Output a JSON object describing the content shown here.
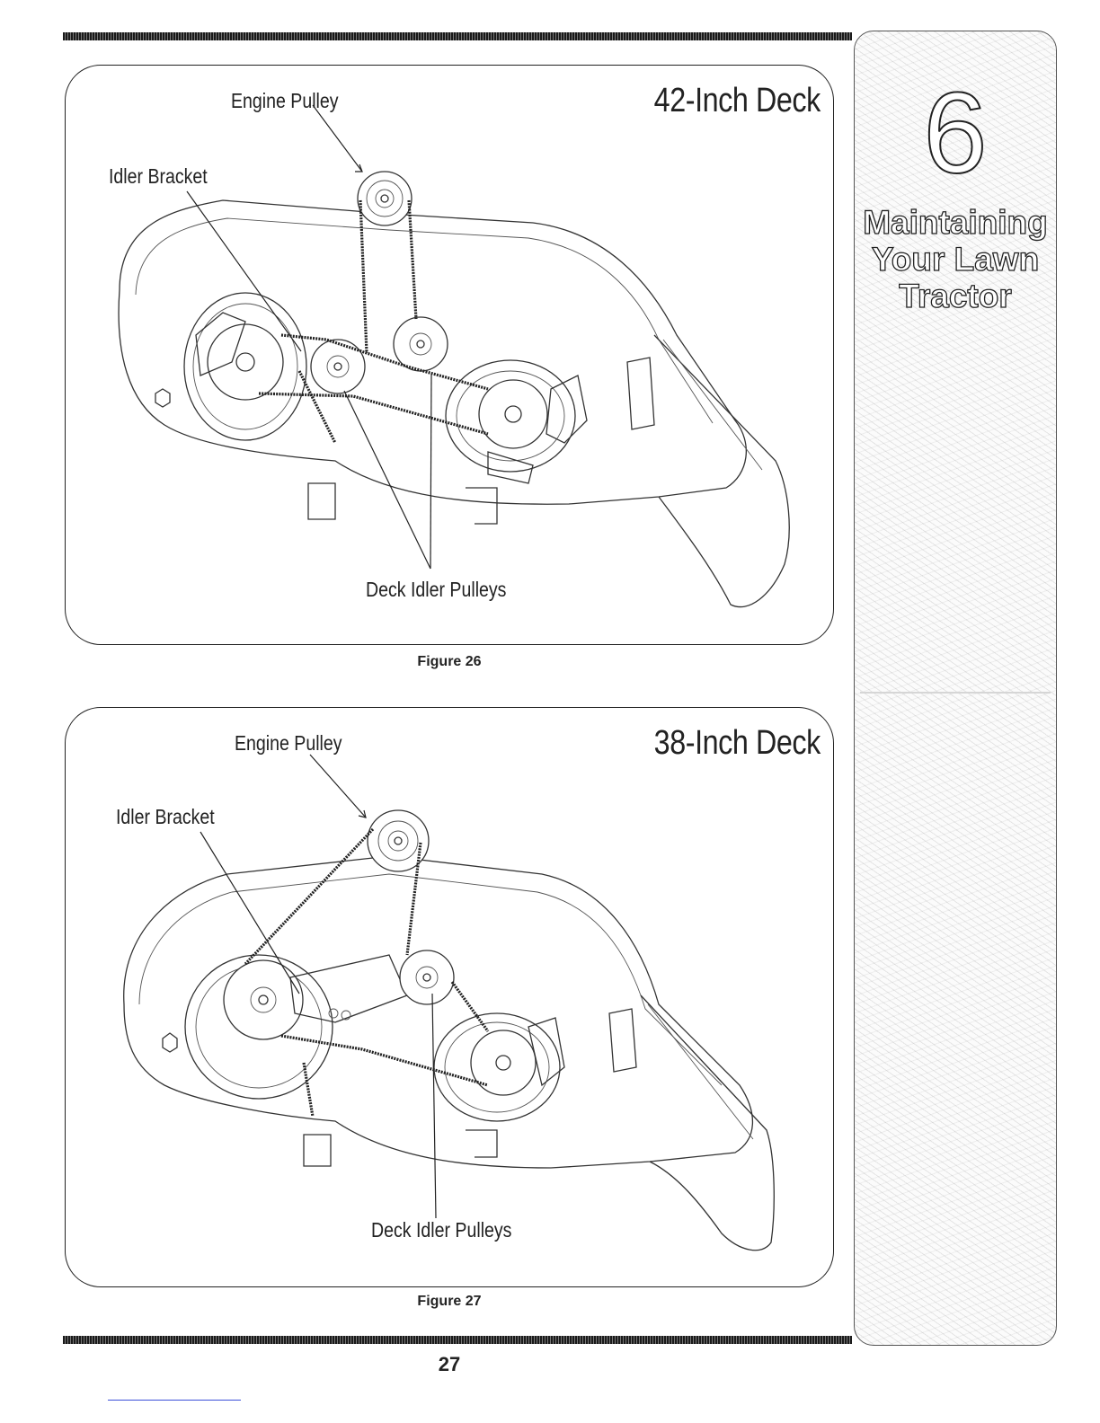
{
  "sidebar": {
    "chapter_number": "6",
    "chapter_title_lines": [
      "Maintaining",
      "Your Lawn",
      "Tractor"
    ]
  },
  "figures": [
    {
      "deck_title": "42-Inch Deck",
      "labels": {
        "engine_pulley": "Engine Pulley",
        "idler_bracket": "Idler Bracket",
        "deck_idler_pulleys": "Deck Idler Pulleys"
      },
      "caption": "Figure 26"
    },
    {
      "deck_title": "38-Inch Deck",
      "labels": {
        "engine_pulley": "Engine Pulley",
        "idler_bracket": "Idler Bracket",
        "deck_idler_pulleys": "Deck Idler Pulleys"
      },
      "caption": "Figure 27"
    }
  ],
  "page_number": "27"
}
